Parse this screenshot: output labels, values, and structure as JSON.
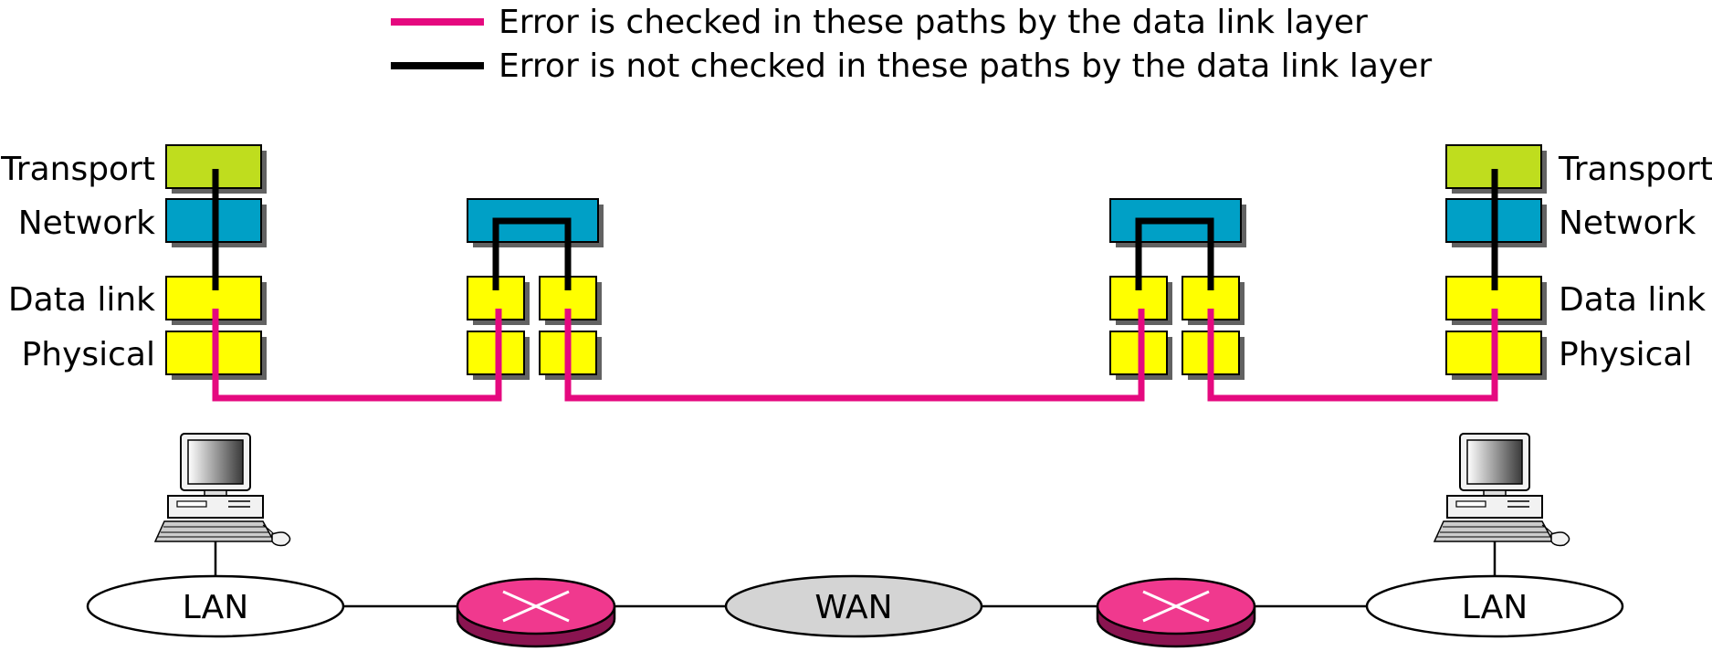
{
  "legend": {
    "checked": {
      "label": "Error is checked in these paths by the data link layer",
      "color": "#e5097f"
    },
    "not_checked": {
      "label": "Error is not checked in these paths by the data link layer",
      "color": "#000000"
    }
  },
  "layers": {
    "transport": "Transport",
    "network": "Network",
    "datalink": "Data link",
    "physical": "Physical"
  },
  "colors": {
    "transport": "#bfdd1e",
    "network": "#00a0c6",
    "datalink": "#ffff00",
    "physical": "#ffff00",
    "router": "#f0398e",
    "wan": "#d4d4d4",
    "lan": "#ffffff"
  },
  "networks": {
    "lan_left": "LAN",
    "wan": "WAN",
    "lan_right": "LAN"
  },
  "icons": {
    "host": "computer-icon",
    "router": "router-icon"
  }
}
